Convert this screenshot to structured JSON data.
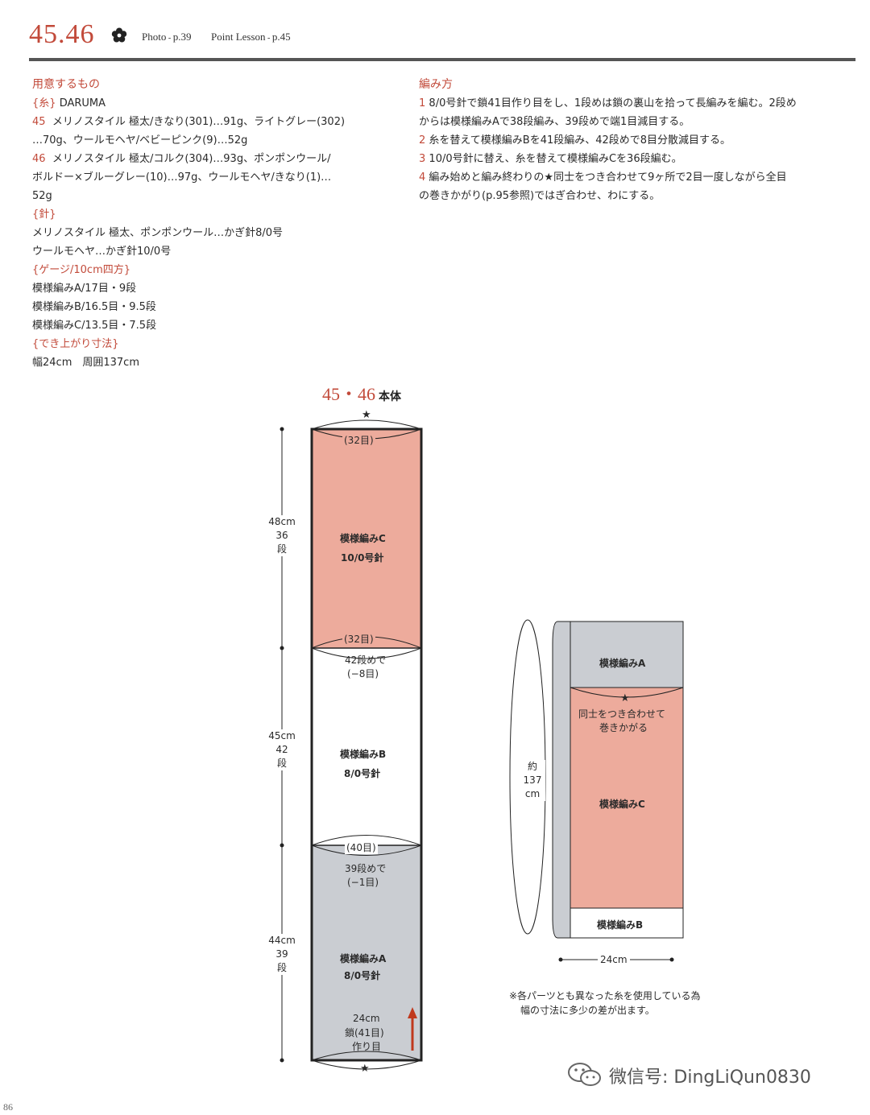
{
  "header": {
    "pattern_number": "45.46",
    "photo_label": "Photo",
    "photo_page": "p.39",
    "lesson_label": "Point Lesson",
    "lesson_page": "p.45"
  },
  "materials": {
    "title": "用意するもの",
    "yarn_heading": "{糸}",
    "yarn_brand": "DARUMA",
    "item45_no": "45",
    "item45_line1": "メリノスタイル 極太/きなり(301)…91g、ライトグレー(302)",
    "item45_line2": "…70g、ウールモヘヤ/ベビーピンク(9)…52g",
    "item46_no": "46",
    "item46_line1": "メリノスタイル 極太/コルク(304)…93g、ポンポンウール/",
    "item46_line2": "ボルドー×ブルーグレー(10)…97g、ウールモヘヤ/きなり(1)…",
    "item46_line3": "52g",
    "needle_heading": "{針}",
    "needle_line1": "メリノスタイル 極太、ポンポンウール…かぎ針8/0号",
    "needle_line2": "ウールモヘヤ…かぎ針10/0号",
    "gauge_heading": "{ゲージ/10cm四方}",
    "gauge_a": "模様編みA/17目・9段",
    "gauge_b": "模様編みB/16.5目・9.5段",
    "gauge_c": "模様編みC/13.5目・7.5段",
    "size_heading": "{でき上がり寸法}",
    "size_value": "幅24cm　周囲137cm"
  },
  "method": {
    "title": "編み方",
    "step1_no": "1",
    "step1_line1": "8/0号針で鎖41目作り目をし、1段めは鎖の裏山を拾って長編みを編む。2段め",
    "step1_line2": "からは模様編みAで38段編み、39段めで端1目減目する。",
    "step2_no": "2",
    "step2_text": "糸を替えて模様編みBを41段編み、42段めで8目分散減目する。",
    "step3_no": "3",
    "step3_text": "10/0号針に替え、糸を替えて模様編みCを36段編む。",
    "step4_no": "4",
    "step4_line1": "編み始めと編み終わりの★同士をつき合わせて9ヶ所で2目一度しながら全目",
    "step4_line2": "の巻きかがり(p.95参照)ではぎ合わせ、わにする。"
  },
  "diagram": {
    "title_num": "45・46",
    "title_text": "本体",
    "star": "★",
    "sec_c_pattern": "模様編みC",
    "sec_c_needle": "10/0号針",
    "sec_c_top": "(32目)",
    "sec_c_bottom": "(32目)",
    "dec_c_line1": "42段めで",
    "dec_c_line2": "(−8目)",
    "sec_b_pattern": "模様編みB",
    "sec_b_needle": "8/0号針",
    "sec_b_bottom": "(40目)",
    "dec_b_line1": "39段めで",
    "dec_b_line2": "(−1目)",
    "sec_a_pattern": "模様編みA",
    "sec_a_needle": "8/0号針",
    "start_width": "24cm",
    "start_chain": "鎖(41目)",
    "start_label": "作り目",
    "dim_c_cm": "48cm",
    "dim_c_rows": "36",
    "dim_b_cm": "45cm",
    "dim_b_rows": "42",
    "dim_a_cm": "44cm",
    "dim_a_rows": "39",
    "rows_unit": "段",
    "colors": {
      "pink": "#edab9c",
      "gray": "#cacdd2",
      "white": "#ffffff",
      "arrow": "#c0391d"
    }
  },
  "ring_diagram": {
    "top_label": "模様編みA",
    "join_line1": "同士をつき合わせて",
    "join_line2": "巻きかがる",
    "mid_label": "模様編みC",
    "bottom_label": "模様編みB",
    "circ_line1": "約",
    "circ_line2": "137",
    "circ_line3": "cm",
    "width_label": "24cm"
  },
  "note": {
    "line1": "※各パーツとも異なった糸を使用している為",
    "line2": "幅の寸法に多少の差が出ます。"
  },
  "watermark": "微信号: DingLiQun0830",
  "page_number": "86"
}
